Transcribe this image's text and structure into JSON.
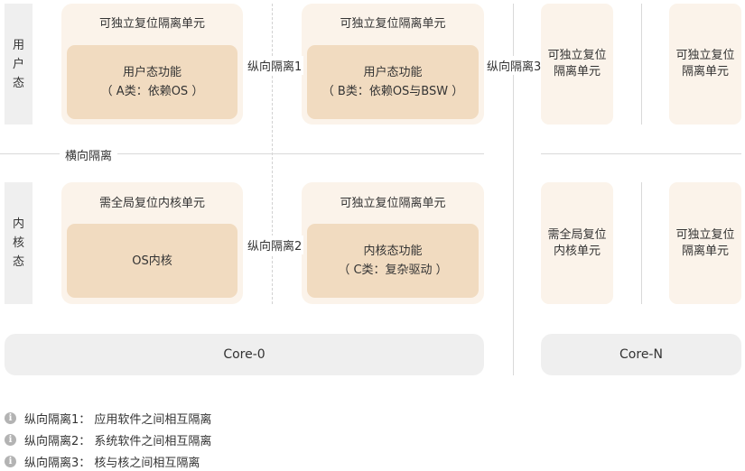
{
  "side_labels": {
    "user_mode": "用户态",
    "kernel_mode": "内核态"
  },
  "core0": {
    "user_unit_a": {
      "title": "可独立复位隔离单元",
      "line1": "用户态功能",
      "line2": "（ A类：依赖OS ）"
    },
    "user_unit_b": {
      "title": "可独立复位隔离单元",
      "line1": "用户态功能",
      "line2": "（ B类：依赖OS与BSW ）"
    },
    "kernel_unit_os": {
      "title": "需全局复位内核单元",
      "line1": "OS内核"
    },
    "kernel_unit_c": {
      "title": "可独立复位隔离单元",
      "line1": "内核态功能",
      "line2": "（ C类：复杂驱动 ）"
    },
    "label": "Core-0"
  },
  "isolation_labels": {
    "vertical1": "纵向隔离1",
    "vertical2": "纵向隔离2",
    "vertical3": "纵向隔离3",
    "horizontal": "横向隔离"
  },
  "coreN": {
    "user_left": "可独立复位隔离单元",
    "user_right": "可独立复位隔离单元",
    "kernel_left": "需全局复位内核单元",
    "kernel_right": "可独立复位隔离单元",
    "label": "Core-N"
  },
  "legend": [
    {
      "icon": "info-icon",
      "text": "纵向隔离1： 应用软件之间相互隔离"
    },
    {
      "icon": "info-icon",
      "text": "纵向隔离2： 系统软件之间相互隔离"
    },
    {
      "icon": "info-icon",
      "text": "纵向隔离3： 核与核之间相互隔离"
    }
  ]
}
